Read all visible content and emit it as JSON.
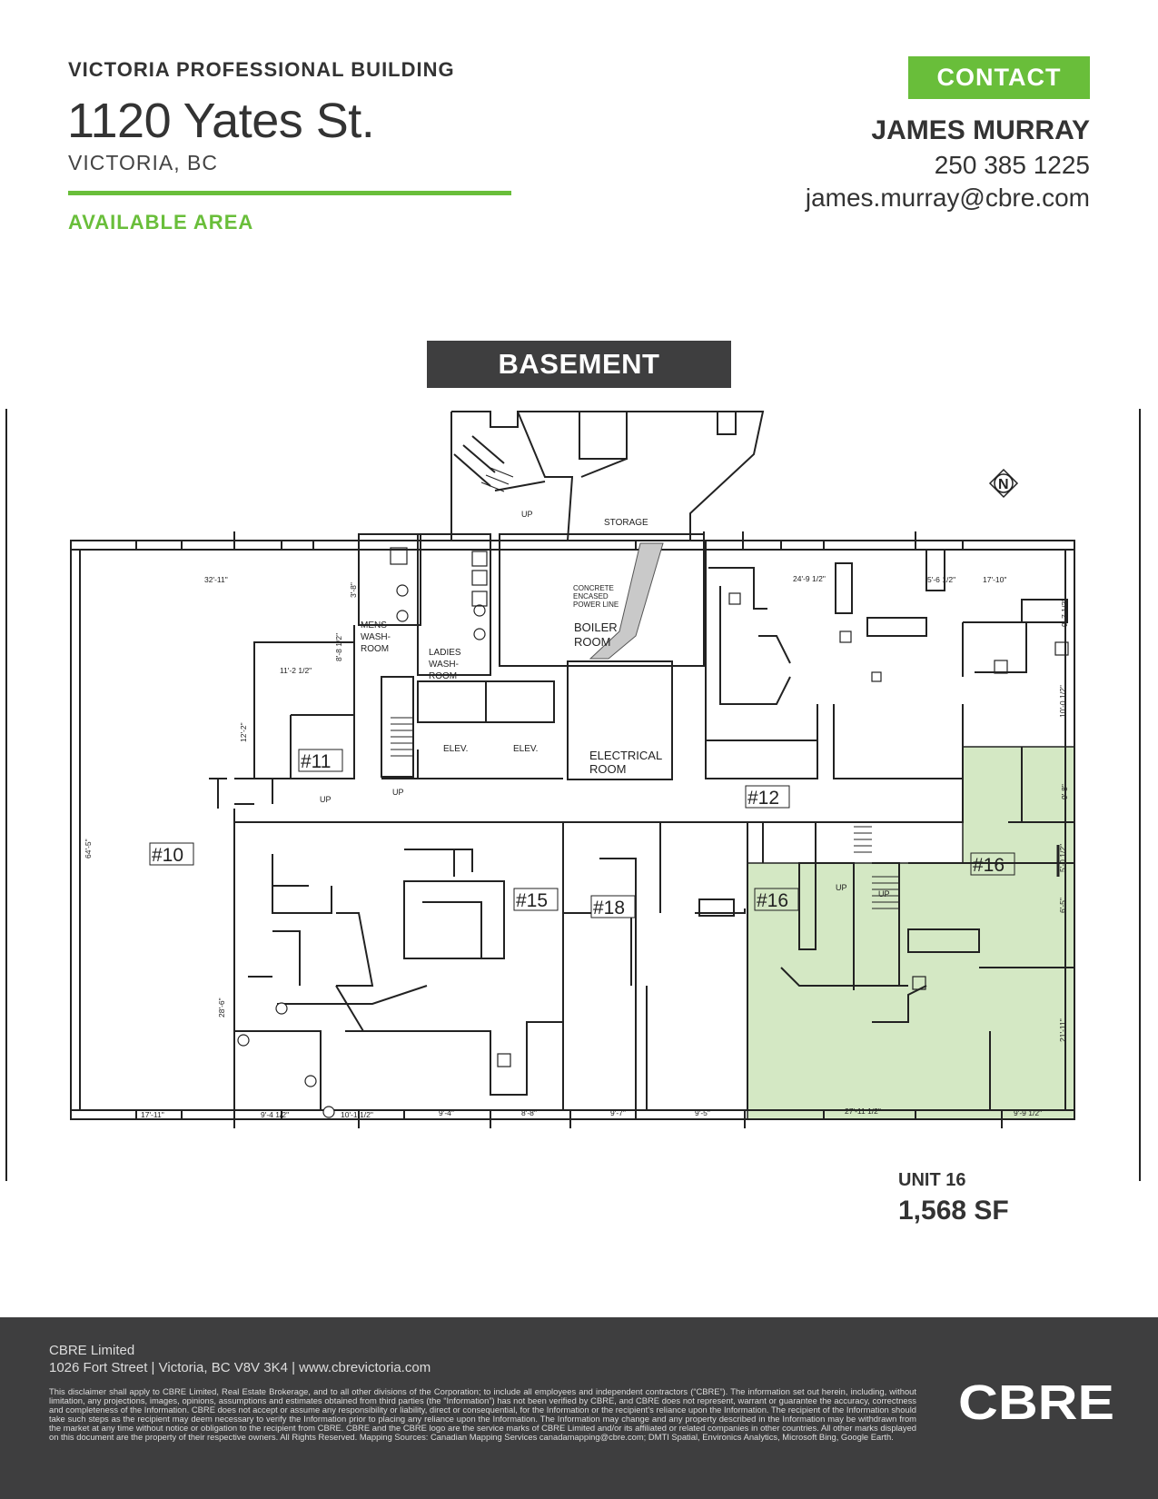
{
  "header": {
    "building_name": "VICTORIA PROFESSIONAL BUILDING",
    "street": "1120 Yates St.",
    "city": "VICTORIA, BC",
    "section_label": "AVAILABLE AREA"
  },
  "contact": {
    "badge": "CONTACT",
    "name": "JAMES MURRAY",
    "phone": "250 385 1225",
    "email": "james.murray@cbre.com"
  },
  "floor": {
    "title": "BASEMENT",
    "north_label": "N",
    "rooms": {
      "storage": "STORAGE",
      "mens_1": "MENS",
      "mens_2": "WASH-",
      "mens_3": "ROOM",
      "ladies_1": "LADIES",
      "ladies_2": "WASH-",
      "ladies_3": "ROOM",
      "boiler_1": "BOILER",
      "boiler_2": "ROOM",
      "elev": "ELEV.",
      "electrical_1": "ELECTRICAL",
      "electrical_2": "ROOM",
      "power_1": "CONCRETE",
      "power_2": "ENCASED",
      "power_3": "POWER LINE",
      "up": "UP"
    },
    "units": {
      "u10": "#10",
      "u11": "#11",
      "u12": "#12",
      "u15": "#15",
      "u16": "#16",
      "u18": "#18"
    },
    "dimensions": {
      "d1": "32'-11\"",
      "d2": "3'-8\"",
      "d3": "8'-8 1/2\"",
      "d4": "11'-2 1/2\"",
      "d5": "12'-2\"",
      "d6": "64'-5\"",
      "d7": "28'-6\"",
      "d8": "17'-11\"",
      "d9": "9'-4 1/2\"",
      "d10": "10'-1 1/2\"",
      "d11": "9'-4\"",
      "d12": "8'-8\"",
      "d13": "9'-7\"",
      "d14": "9'-5\"",
      "d15": "27'-11 1/2\"",
      "d16": "9'-9 1/2\"",
      "d17": "24'-9 1/2\"",
      "d18": "5'-6 1/2\"",
      "d19": "17'-10\"",
      "d20": "9'-7 1/2\"",
      "d21": "10'-0 1/2\"",
      "d22": "9'-8\"",
      "d23": "5'-0 1/2\"",
      "d24": "6'-5\"",
      "d25": "21'-11\""
    }
  },
  "unit_summary": {
    "label": "UNIT 16",
    "area": "1,568 SF"
  },
  "footer": {
    "company": "CBRE Limited",
    "address": "1026 Fort Street | Victoria, BC  V8V 3K4 | www.cbrevictoria.com",
    "disclaimer": "This disclaimer shall apply to CBRE Limited, Real Estate Brokerage, and to all other divisions of the Corporation; to include all employees and independent contractors (“CBRE”). The information set out herein, including, without limitation, any projections, images, opinions, assumptions and estimates obtained from third parties (the “Information”) has not been verified by CBRE, and CBRE does not represent, warrant or guarantee the accuracy, correctness and completeness of the Information. CBRE does not accept or assume any responsibility or liability, direct or consequential, for the Information or the recipient’s reliance upon the Information. The recipient of the Information should take such steps as the recipient may deem necessary to verify the Information prior to placing any reliance upon the Information. The Information may change and any property described in the Information may be withdrawn from the market at any time without notice or obligation to the recipient from CBRE. CBRE and the CBRE logo are the service marks of CBRE Limited and/or its affiliated or related companies in other countries. All other marks displayed on this document are the property of their respective owners. All Rights Reserved. Mapping Sources: Canadian Mapping Services canadamapping@cbre.com; DMTI Spatial, Environics Analytics, Microsoft Bing, Google Earth.",
    "logo_text": "CBRE"
  },
  "colors": {
    "accent_green": "#69be3a",
    "highlight_fill": "#d4e8c4",
    "dark_band": "#3e3e3f"
  }
}
